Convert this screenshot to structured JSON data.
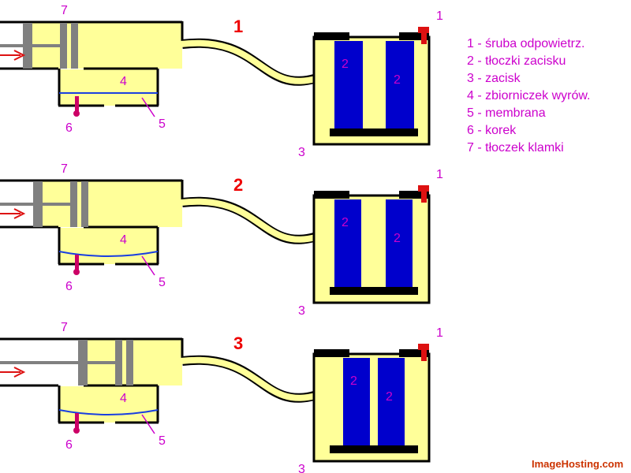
{
  "colors": {
    "fluid": "#FFFF99",
    "piston": "#0000CC",
    "plunger": "#808080",
    "outline": "#000000",
    "label": "#CC00CC",
    "arrow": "#DD1111",
    "stage_number": "#EE0000",
    "plug": "#CC0066",
    "membrane": "#1A3FE0",
    "watermark": "#CC3300"
  },
  "stages": [
    {
      "number": "1",
      "labels": {
        "hand_piston": "7",
        "reservoir": "4",
        "membrane": "5",
        "plug": "6",
        "caliper": "3",
        "bleed_screw": "1",
        "caliper_piston_left": "2",
        "caliper_piston_right": "2"
      },
      "icons": {
        "push": "red-arrow-icon"
      }
    },
    {
      "number": "2",
      "labels": {
        "hand_piston": "7",
        "reservoir": "4",
        "membrane": "5",
        "plug": "6",
        "caliper": "3",
        "bleed_screw": "1",
        "caliper_piston_left": "2",
        "caliper_piston_right": "2"
      },
      "icons": {
        "push": "red-arrow-icon"
      }
    },
    {
      "number": "3",
      "labels": {
        "hand_piston": "7",
        "reservoir": "4",
        "membrane": "5",
        "plug": "6",
        "caliper": "3",
        "bleed_screw": "1",
        "caliper_piston_left": "2",
        "caliper_piston_right": "2"
      },
      "icons": {
        "push": "red-arrow-icon"
      }
    }
  ],
  "legend": [
    "1 - śruba odpowietrz.",
    "2 - tłoczki zacisku",
    "3 - zacisk",
    "4 - zbiorniczek wyrów.",
    "5 - membrana",
    "6 - korek",
    "7 - tłoczek klamki"
  ],
  "watermark": "ImageHosting.com"
}
